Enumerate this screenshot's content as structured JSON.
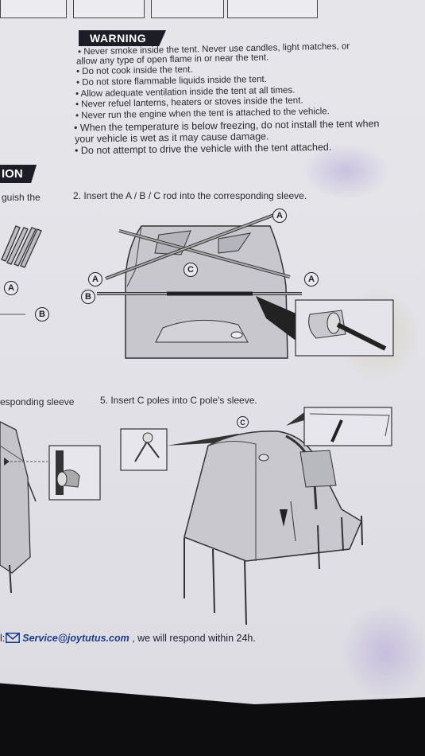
{
  "warning": {
    "badge": "WARNING",
    "lines": [
      "• Never smoke inside the tent. Never use candles, light matches, or",
      "allow any type of open flame in or near the tent.",
      "• Do not cook inside the tent.",
      "• Do not store flammable liquids inside the tent.",
      "• Allow adequate ventilation inside the tent at all times.",
      "• Never refuel lanterns, heaters or stoves inside the tent.",
      "• Never run the engine when the tent is attached to the vehicle.",
      "• When the temperature is below freezing, do not install the tent when",
      "your vehicle is wet as it may cause damage.",
      "• Do not attempt to drive the vehicle with the tent attached."
    ]
  },
  "section_badge": "ION",
  "steps": {
    "left_cut_1": "guish the",
    "step2": "2. Insert the A / B / C rod into the corresponding sleeve.",
    "left_cut_2": "esponding sleeve",
    "step5": "5. Insert C poles into C pole's sleeve."
  },
  "rod_labels": {
    "a": "A",
    "b": "B",
    "c": "C"
  },
  "contact": {
    "prefix": "l:",
    "email": "Service@joytutus.com",
    "suffix": " , we will respond within 24h."
  },
  "icons": [
    "mail-icon",
    "arrow-down-icon",
    "rod-icon",
    "tent-illustration"
  ]
}
